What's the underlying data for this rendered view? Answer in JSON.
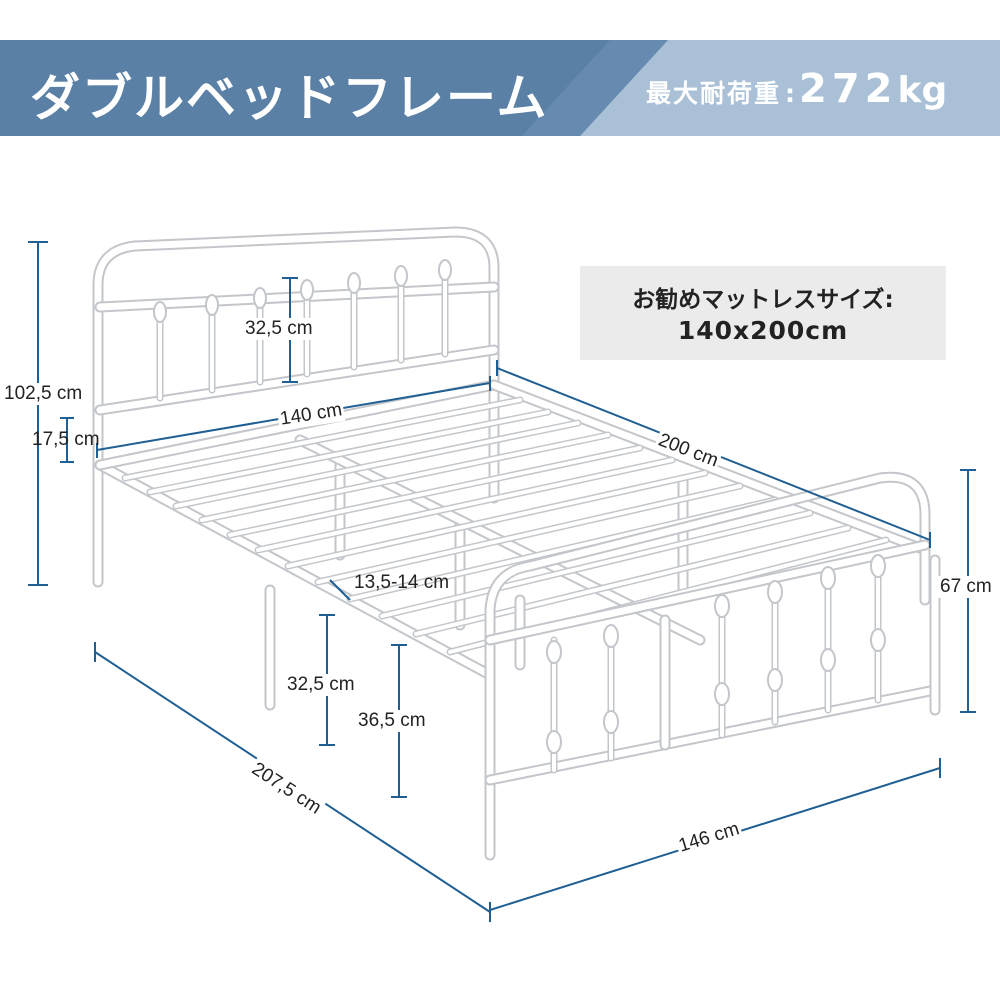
{
  "header": {
    "title": "ダブルベッドフレーム",
    "max_load_label": "最大耐荷重",
    "separator": ":",
    "max_load_value": "272",
    "max_load_unit": "kg"
  },
  "mattress": {
    "label": "お勧めマットレスサイズ:",
    "size": "140x200cm"
  },
  "dimensions": {
    "headboard_rail_gap": "32,5 cm",
    "total_height": "102,5 cm",
    "leg_clearance": "17,5 cm",
    "inner_width": "140 cm",
    "inner_length": "200 cm",
    "slat_gap": "13,5-14 cm",
    "underbed_height_inner": "32,5 cm",
    "underbed_height_outer": "36,5 cm",
    "total_length": "207,5 cm",
    "total_width": "146 cm",
    "footboard_height": "67 cm"
  },
  "colors": {
    "banner_dark": "#5b80a6",
    "banner_light": "#a9c0d6",
    "dimension_line": "#1f5f93",
    "frame_white": "#ffffff",
    "frame_outline": "#b9bcc0",
    "mattress_box_bg": "#ebebeb"
  }
}
